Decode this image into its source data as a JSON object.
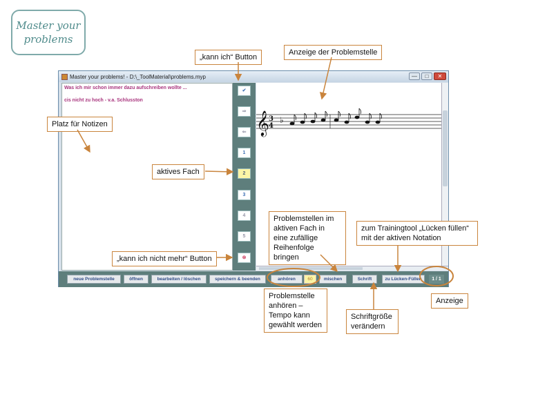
{
  "logo": {
    "line1": "Master your",
    "line2": "problems"
  },
  "window": {
    "title": "Master your problems! - D:\\_ToolMaterial\\problems.myp",
    "controls": {
      "minimize": "—",
      "maximize": "□",
      "close": "✕"
    }
  },
  "notes": {
    "line1": "Was ich mir schon immer dazu aufschreiben wollte ...",
    "line2": "cis nicht zu hoch - v.a. Schlusston"
  },
  "sidebar": {
    "check": "✔",
    "arrow_right": "⇒",
    "arrow_left": "⇐",
    "boxes": [
      "1",
      "2",
      "3",
      "4",
      "5"
    ],
    "active_box": "2",
    "cancel": "⊗"
  },
  "bottombar": {
    "new": "neue Problemstelle",
    "open": "öffnen",
    "edit": "bearbeiten / löschen",
    "save": "speichern & beenden",
    "listen": "anhören",
    "tempo": "60",
    "shuffle": "mischen",
    "font": "Schrift",
    "gapfill": "zu Lücken-Füllen",
    "counter": "1 / 1"
  },
  "callouts": {
    "kann_ich": "„kann ich“ Button",
    "anzeige_problemstelle": "Anzeige der Problemstelle",
    "platz_notizen": "Platz für Notizen",
    "aktives_fach": "aktives Fach",
    "kann_nicht_mehr": "„kann ich nicht mehr“ Button",
    "problemstellen_mischen": [
      "Problemstellen im",
      "aktiven Fach in",
      "eine zufällige",
      "Reihenfolge bringen"
    ],
    "trainingtool": [
      "zum Trainingtool „Lücken füllen“",
      "mit der aktiven Notation"
    ],
    "anzeige": "Anzeige",
    "anhoeren": [
      "Problemstelle",
      "anhören –",
      "Tempo kann",
      "gewählt werden"
    ],
    "schriftgroesse": [
      "Schriftgröße",
      "verändern"
    ]
  },
  "colors": {
    "accent": "#c9843c",
    "panel": "#5e7e7c",
    "notes_text": "#a8347d",
    "button_text": "#2e4a86"
  }
}
